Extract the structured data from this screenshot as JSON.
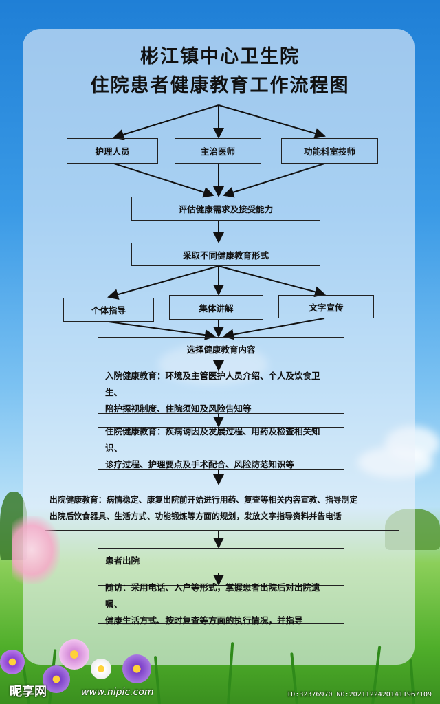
{
  "title": {
    "line1": "彬江镇中心卫生院",
    "line2": "住院患者健康教育工作流程图"
  },
  "flow": {
    "staff": [
      "护理人员",
      "主治医师",
      "功能科室技师"
    ],
    "assess": "评估健康需求及接受能力",
    "adopt": "采取不同健康教育形式",
    "forms": [
      "个体指导",
      "集体讲解",
      "文字宣传"
    ],
    "choose": "选择健康教育内容",
    "admission": {
      "line1": "入院健康教育：环境及主管医护人员介绍、个人及饮食卫生、",
      "line2": "陪护探视制度、住院须知及风险告知等"
    },
    "inpatient": {
      "line1": "住院健康教育：疾病诱因及发展过程、用药及检查相关知识、",
      "line2": "诊疗过程、护理要点及手术配合、风险防范知识等"
    },
    "discharge_edu": {
      "line1": "出院健康教育：病情稳定、康复出院前开始进行用药、复查等相关内容宣教、指导制定",
      "line2": "出院后饮食器具、生活方式、功能锻炼等方面的规划，发放文字指导资料并告电话"
    },
    "discharge": "患者出院",
    "followup": {
      "line1": "随访：采用电话、入户等形式，掌握患者出院后对出院遗嘱、",
      "line2": "健康生活方式、按时复查等方面的执行情况，并指导"
    }
  },
  "watermark": {
    "logo": "昵享网",
    "url": "www.nipic.com",
    "id": "ID:32376970 NO:20211224201411967109"
  },
  "colors": {
    "sky": "#2a88dc",
    "grass": "#4fae2a",
    "panel": "#ebf2fa",
    "border": "#222222"
  }
}
